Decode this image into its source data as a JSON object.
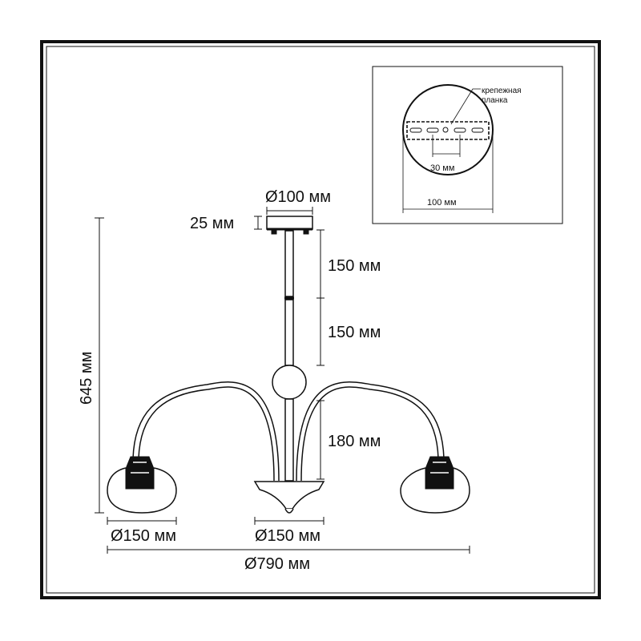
{
  "dimensions": {
    "canopy_diameter": "Ø100 мм",
    "canopy_height": "25 мм",
    "rod_segment_1": "150 мм",
    "rod_segment_2": "150 мм",
    "arm_height": "180 мм",
    "total_height": "645 мм",
    "shade_diameter": "Ø150 мм",
    "center_bowl_diameter": "Ø150 мм",
    "total_diameter": "Ø790 мм"
  },
  "inset": {
    "bracket_label_line1": "крепежная",
    "bracket_label_line2": "планка",
    "hole_spacing": "30 мм",
    "plate_width": "100 мм"
  }
}
